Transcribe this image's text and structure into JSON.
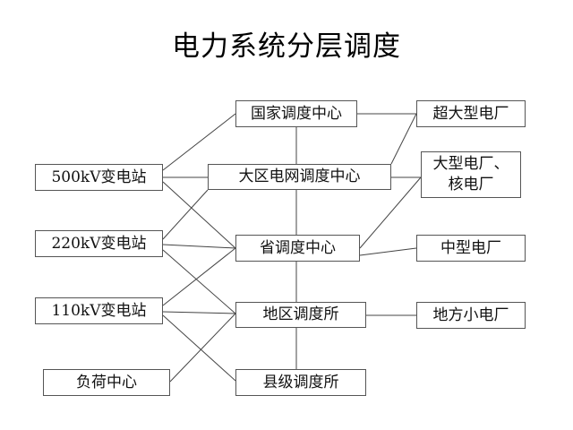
{
  "title": "电力系统分层调度",
  "substations": {
    "s500": "500kV变电站",
    "s220": "220kV变电站",
    "s110": "110kV变电站",
    "load": "负荷中心"
  },
  "dispatch": {
    "national": "国家调度中心",
    "regional": "大区电网调度中心",
    "provincial": "省调度中心",
    "district": "地区调度所",
    "county": "县级调度所"
  },
  "plants": {
    "super_large": "超大型电厂",
    "large_nuclear": "大型电厂、\n核电厂",
    "medium": "中型电厂",
    "small_local": "地方小电厂"
  }
}
